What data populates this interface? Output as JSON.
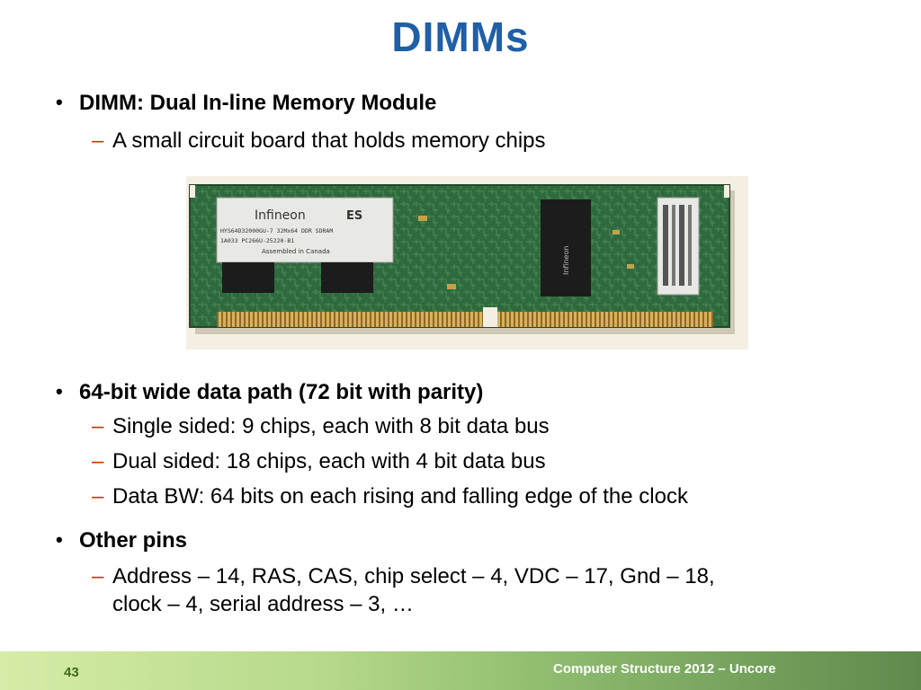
{
  "slide": {
    "title": "DIMMs",
    "bullets": [
      {
        "text": "DIMM: Dual In-line Memory Module",
        "subs": [
          "A small circuit board that holds memory chips"
        ]
      },
      {
        "text": "64-bit wide data path (72 bit with parity)",
        "subs": [
          "Single sided: 9 chips, each with 8 bit data bus",
          "Dual sided: 18 chips, each with 4 bit data bus",
          "Data BW: 64 bits on each rising and falling edge of the clock"
        ]
      },
      {
        "text": "Other pins",
        "subs": [
          "Address – 14, RAS, CAS, chip select – 4, VDC – 17, Gnd – 18,",
          "clock – 4, serial address – 3, …"
        ]
      }
    ]
  },
  "photo": {
    "label_brand": "Infineon",
    "label_es": "ES",
    "label_line1": "HYS64D32000GU-7    32Mx64 DDR SDRAM",
    "label_line2": "1A033              PC266U-25220-B1",
    "label_line3": "Assembled in Canada",
    "chip_text": "Infineon",
    "colors": {
      "pcb": "#2f6a3e",
      "gold": "#c9a04a",
      "chip": "#1c1c1c",
      "label": "#e8e8e4"
    }
  },
  "footer": {
    "page_number": "43",
    "text": "Computer Structure 2012 – Uncore"
  }
}
